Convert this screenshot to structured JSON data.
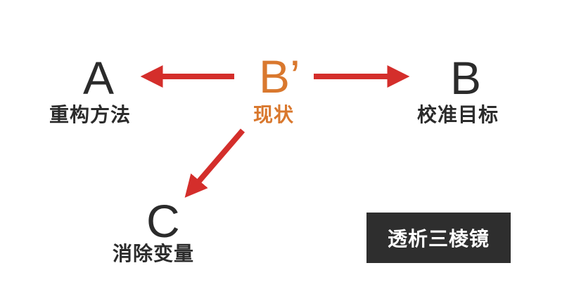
{
  "nodes": {
    "a": {
      "letter": "A",
      "label": "重构方法"
    },
    "b_prime": {
      "letter": "B’",
      "label": "现状"
    },
    "b": {
      "letter": "B",
      "label": "校准目标"
    },
    "c": {
      "letter": "C",
      "label": "消除变量"
    }
  },
  "badge": {
    "label": "透析三棱镜"
  },
  "colors": {
    "arrow": "#d42e2b",
    "accent": "#d9782e",
    "text": "#2b2b2b",
    "badge_bg": "#2e2e2e"
  },
  "arrows": [
    {
      "from": "b_prime",
      "to": "a"
    },
    {
      "from": "b_prime",
      "to": "b"
    },
    {
      "from": "b_prime",
      "to": "c"
    }
  ]
}
